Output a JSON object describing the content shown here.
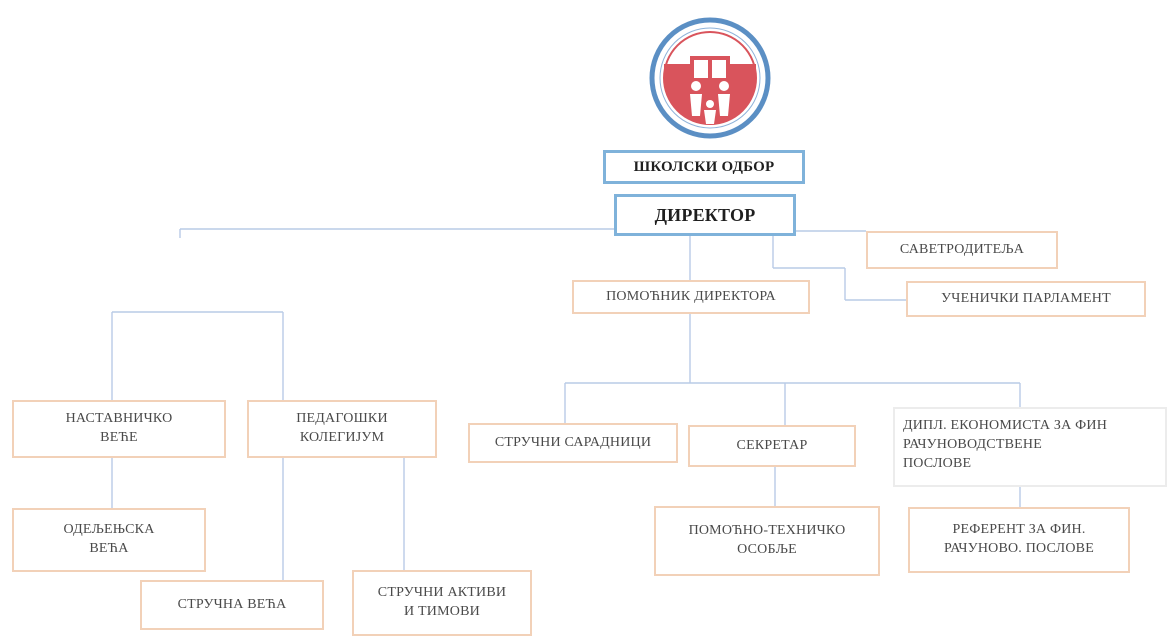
{
  "diagram": {
    "logo": {
      "icon": "school-emblem-icon",
      "colors": {
        "outer_ring": "#5b8fc4",
        "body": "#d9545c",
        "figures": "#ffffff"
      }
    },
    "colors": {
      "connector": "#b9cbe6",
      "box_border": "#f2d1b8",
      "top_box_border": "#7fb2da"
    },
    "nodes": {
      "school_board": "ШКОЛСКИ ОДБОР",
      "director": "ДИРЕКТОР",
      "parents_council": "САВЕТРОДИТЕЉА",
      "student_parliament": "УЧЕНИЧКИ ПАРЛАМЕНТ",
      "assistant_director": "ПОМОЋНИК ДИРЕКТОРА",
      "teachers_council": "НАСТАВНИЧКО\nВЕЋЕ",
      "pedagogical_collegium": "ПЕДАГОШКИ\nКОЛЕГИЈУМ",
      "professional_associates": "СТРУЧНИ САРАДНИЦИ",
      "secretary": "СЕКРЕТАР",
      "economist": "ДИПЛ. ЕКОНОМИСТА ЗА ФИН\nРАЧУНОВОДСТВЕНЕ\nПОСЛОВЕ",
      "class_councils": "ОДЕЉЕЊСКА\nВЕЋА",
      "subject_councils": "СТРУЧНА ВЕЋА",
      "professional_actives": "СТРУЧНИ АКТИВИ\nИ ТИМОВИ",
      "support_staff": "ПОМОЋНО-ТЕХНИЧКО\nОСОБЉЕ",
      "finance_referent": "РЕФЕРЕНТ ЗА ФИН.\nРАЧУНОВО. ПОСЛОВЕ"
    }
  }
}
